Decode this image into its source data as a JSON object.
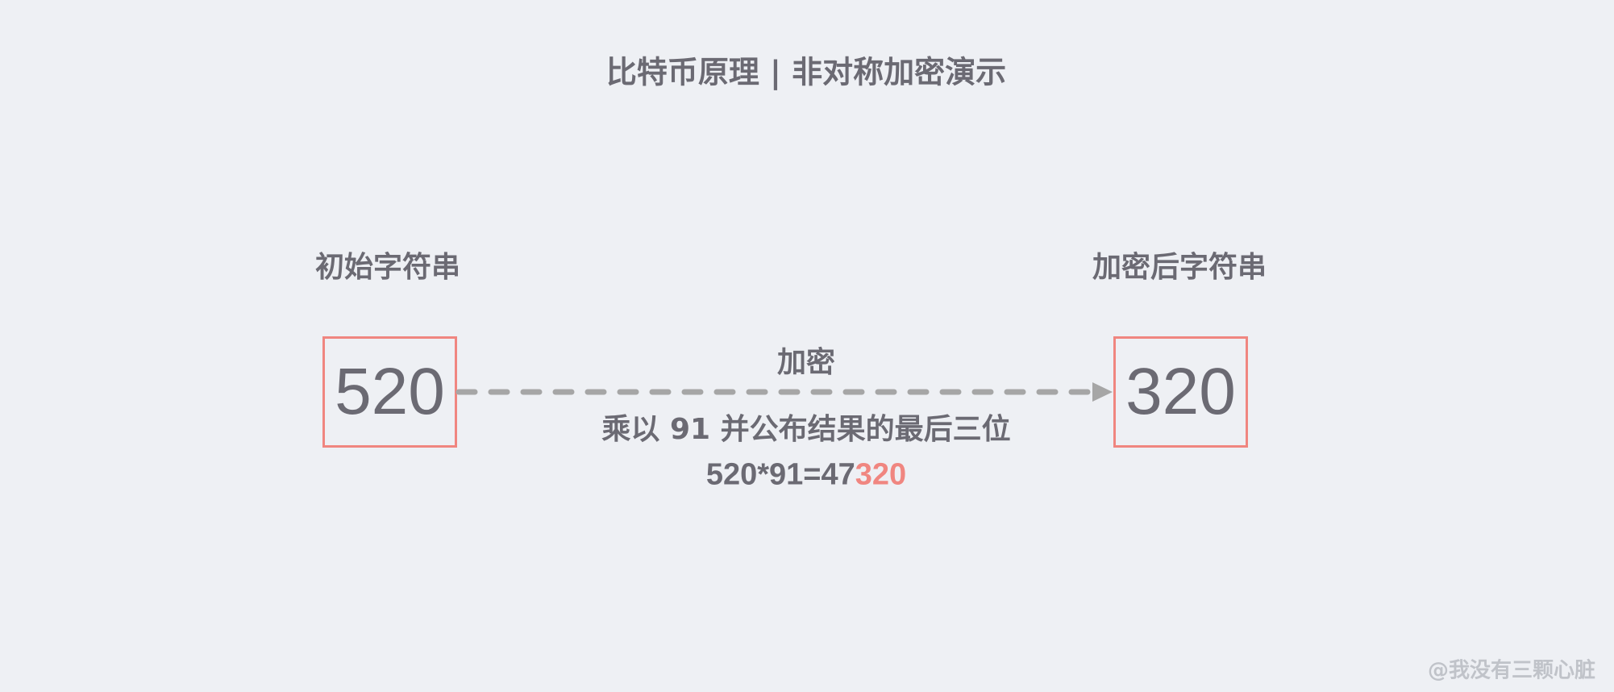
{
  "title": "比特币原理 | 非对称加密演示",
  "input_label": "初始字符串",
  "output_label": "加密后字符串",
  "input_value": "520",
  "output_value": "320",
  "operation_label": "加密",
  "operation_description": "乘以 91 并公布结果的最后三位",
  "equation": {
    "prefix": "520*91=47",
    "highlight": "320"
  },
  "watermark": "@我没有三颗心脏",
  "colors": {
    "background": "#eef0f4",
    "text": "#6b6a73",
    "accent": "#f08680",
    "arrow": "#a6a6a6",
    "watermark": "#c0c3c9"
  }
}
